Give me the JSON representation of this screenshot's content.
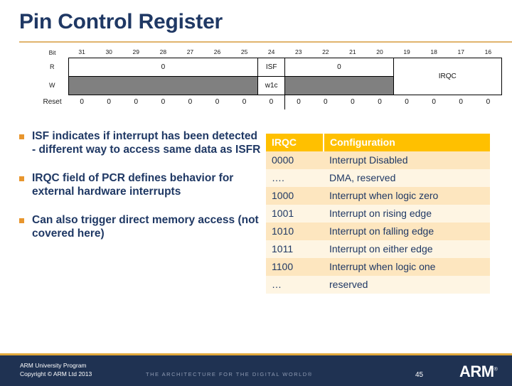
{
  "slide": {
    "title": "Pin Control Register",
    "page_number": "45"
  },
  "register_diagram": {
    "row_labels": {
      "bit": "Bit",
      "read": "R",
      "write": "W",
      "reset": "Reset"
    },
    "bit_numbers": [
      "31",
      "30",
      "29",
      "28",
      "27",
      "26",
      "25",
      "24",
      "23",
      "22",
      "21",
      "20",
      "19",
      "18",
      "17",
      "16"
    ],
    "read_row": [
      {
        "label": "0",
        "span": 7,
        "style": "white"
      },
      {
        "label": "ISF",
        "span": 1,
        "style": "white"
      },
      {
        "label": "0",
        "span": 4,
        "style": "white"
      },
      {
        "label": "IRQC",
        "span": 4,
        "style": "merged"
      }
    ],
    "write_row": [
      {
        "label": "",
        "span": 7,
        "style": "gray"
      },
      {
        "label": "w1c",
        "span": 1,
        "style": "white"
      },
      {
        "label": "",
        "span": 4,
        "style": "gray"
      }
    ],
    "reset_row": [
      "0",
      "0",
      "0",
      "0",
      "0",
      "0",
      "0",
      "0",
      "0",
      "0",
      "0",
      "0",
      "0",
      "0",
      "0",
      "0"
    ]
  },
  "bullets": [
    {
      "text": "ISF indicates if interrupt has been detected - different way to access same data as ISFR"
    },
    {
      "text": "IRQC field of PCR defines behavior for external hardware interrupts"
    },
    {
      "text": "Can also trigger direct memory access (not covered here)"
    }
  ],
  "config_table": {
    "headers": [
      "IRQC",
      "Configuration"
    ],
    "rows": [
      [
        "0000",
        "Interrupt Disabled"
      ],
      [
        "….",
        "DMA, reserved"
      ],
      [
        "1000",
        "Interrupt when logic zero"
      ],
      [
        "1001",
        "Interrupt on rising edge"
      ],
      [
        "1010",
        "Interrupt on falling edge"
      ],
      [
        "1011",
        "Interrupt on either edge"
      ],
      [
        "1100",
        "Interrupt when logic one"
      ],
      [
        "…",
        "reserved"
      ]
    ]
  },
  "footer": {
    "line1": "ARM University Program",
    "line2": "Copyright © ARM Ltd 2013",
    "tagline": "THE ARCHITECTURE FOR THE DIGITAL WORLD®",
    "logo": "ARM",
    "logo_mark": "®"
  },
  "colors": {
    "title_navy": "#1F3864",
    "rule_gold": "#E0B46E",
    "bullet_orange": "#E8962E",
    "table_header_gold": "#FFC000",
    "table_row_odd": "#FDE6BF",
    "table_row_even": "#FEF5E3",
    "footer_navy": "#1F3252",
    "footer_accent": "#E0A83C",
    "register_gray": "#808080"
  }
}
